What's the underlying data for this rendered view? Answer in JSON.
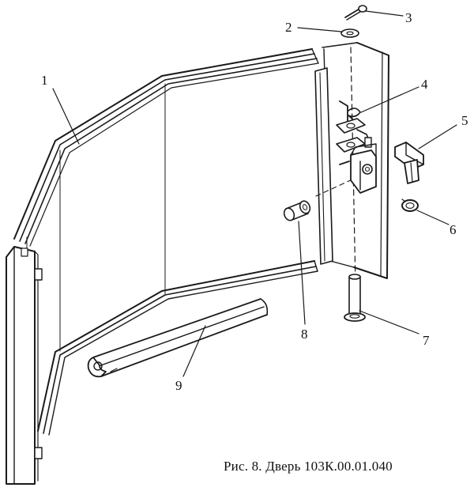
{
  "caption": "Рис. 8. Дверь 103К.00.01.040",
  "callouts": {
    "c1": "1",
    "c2": "2",
    "c3": "3",
    "c4": "4",
    "c5": "5",
    "c6": "6",
    "c7": "7",
    "c8": "8",
    "c9": "9"
  }
}
